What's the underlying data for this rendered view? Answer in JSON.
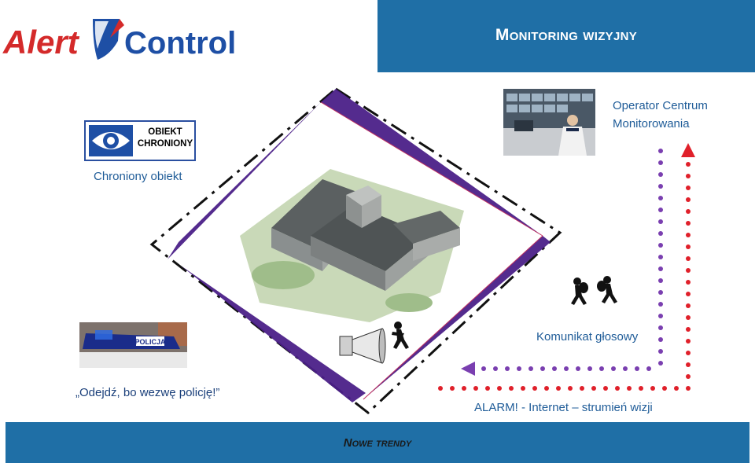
{
  "logo": {
    "part1": "Alert",
    "part2": "Control"
  },
  "header": {
    "title": "Monitoring wizyjny"
  },
  "sign": {
    "line1": "OBIEKT",
    "line2": "CHRONIONY"
  },
  "labels": {
    "protected_object": "Chroniony obiekt",
    "operator_line1": "Operator Centrum",
    "operator_line2": "Monitorowania",
    "voice_message": "Komunikat głosowy",
    "police_quote": "„Odejdź, bo wezwę policję!”",
    "alarm": "ALARM! - Internet – strumień wizji"
  },
  "police_car": {
    "label": "POLICJA"
  },
  "footer": {
    "title": "Nowe trendy"
  },
  "colors": {
    "header_bg": "#1f6fa6",
    "logo_red": "#d42a2a",
    "logo_blue": "#1e4fa5",
    "label_blue": "#1f5c98",
    "wedge_purple": "#4b2088",
    "dots_red": "#e0202a",
    "dots_purple": "#7a3fb0"
  },
  "icons": [
    "eye-icon",
    "shield-icon",
    "megaphone-icon",
    "burglar-icon",
    "arrow-up-icon",
    "arrow-left-icon"
  ]
}
